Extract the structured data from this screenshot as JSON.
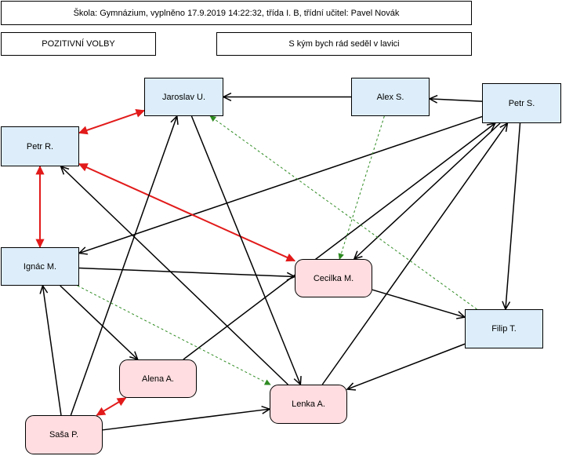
{
  "header": {
    "info": "Škola: Gymnázium, vyplněno 17.9.2019 14:22:32, třída I. B, třídní učitel: Pavel Novák",
    "choice_type": "POZITIVNÍ VOLBY",
    "question": "S kým bych rád seděl v lavici"
  },
  "colors": {
    "boy_fill": "#ddeefa",
    "girl_fill": "#ffdde0",
    "one_way": "#000000",
    "mutual": "#e21a1a",
    "secondary": "#2e8b22"
  },
  "nodes": {
    "jaroslav": "Jaroslav U.",
    "alex": "Alex S.",
    "petr_s": "Petr S.",
    "petr_r": "Petr R.",
    "ignac": "Ignác M.",
    "cecilka": "Cecilka M.",
    "filip": "Filip T.",
    "alena": "Alena A.",
    "lenka": "Lenka A.",
    "sasa": "Saša P."
  },
  "edges": [
    {
      "from": "alex",
      "to": "jaroslav",
      "kind": "one-way"
    },
    {
      "from": "petr_s",
      "to": "alex",
      "kind": "one-way"
    },
    {
      "from": "petr_s",
      "to": "ignac",
      "kind": "one-way"
    },
    {
      "from": "petr_s",
      "to": "cecilka",
      "kind": "one-way"
    },
    {
      "from": "petr_s",
      "to": "filip",
      "kind": "one-way"
    },
    {
      "from": "jaroslav",
      "to": "petr_r",
      "kind": "mutual"
    },
    {
      "from": "petr_r",
      "to": "ignac",
      "kind": "mutual"
    },
    {
      "from": "petr_r",
      "to": "cecilka",
      "kind": "mutual"
    },
    {
      "from": "alena",
      "to": "sasa",
      "kind": "mutual"
    },
    {
      "from": "jaroslav",
      "to": "lenka",
      "kind": "one-way"
    },
    {
      "from": "ignac",
      "to": "cecilka",
      "kind": "one-way"
    },
    {
      "from": "ignac",
      "to": "alena",
      "kind": "one-way"
    },
    {
      "from": "cecilka",
      "to": "filip",
      "kind": "one-way"
    },
    {
      "from": "filip",
      "to": "lenka",
      "kind": "one-way"
    },
    {
      "from": "alena",
      "to": "petr_s",
      "kind": "one-way"
    },
    {
      "from": "lenka",
      "to": "petr_s",
      "kind": "one-way"
    },
    {
      "from": "lenka",
      "to": "petr_r",
      "kind": "one-way"
    },
    {
      "from": "sasa",
      "to": "jaroslav",
      "kind": "one-way"
    },
    {
      "from": "sasa",
      "to": "ignac",
      "kind": "one-way"
    },
    {
      "from": "sasa",
      "to": "lenka",
      "kind": "one-way"
    },
    {
      "from": "alex",
      "to": "cecilka",
      "kind": "secondary"
    },
    {
      "from": "filip",
      "to": "jaroslav",
      "kind": "secondary"
    },
    {
      "from": "ignac",
      "to": "lenka",
      "kind": "secondary"
    }
  ]
}
